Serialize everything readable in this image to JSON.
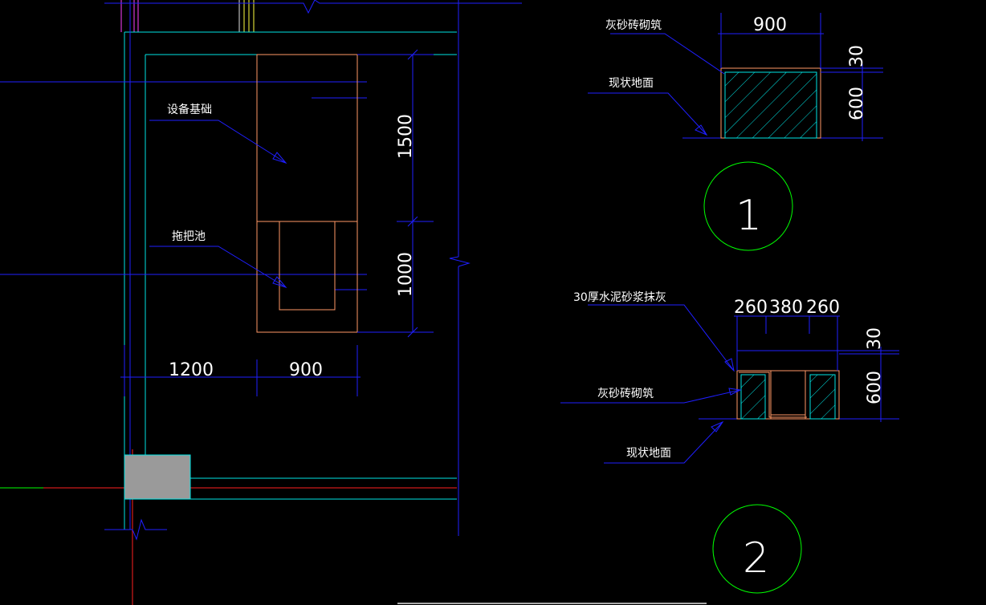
{
  "plan": {
    "labels": {
      "equipment_foundation": "设备基础",
      "mop_pool": "拖把池"
    },
    "dimensions": {
      "h1": "1200",
      "h2": "900",
      "v1": "1500",
      "v2": "1000"
    }
  },
  "detail_1": {
    "number": "1",
    "labels": {
      "brick": "灰砂砖砌筑",
      "ground": "现状地面"
    },
    "dimensions": {
      "width": "900",
      "top": "30",
      "height": "600"
    }
  },
  "detail_2": {
    "number": "2",
    "labels": {
      "plaster": "30厚水泥砂浆抹灰",
      "brick": "灰砂砖砌筑",
      "ground": "现状地面"
    },
    "dimensions": {
      "w1": "260",
      "w2": "380",
      "w3": "260",
      "top": "30",
      "height": "600"
    }
  },
  "colors": {
    "background": "#000000",
    "wall_cyan": "#00e5e5",
    "dimension_blue": "#1f1fff",
    "outline_orange": "#ff9966",
    "circle_green": "#00ff00",
    "hatch_cyan": "#00e5e5",
    "grid_red": "#ff2020",
    "grey_block": "#9a9a9a"
  }
}
